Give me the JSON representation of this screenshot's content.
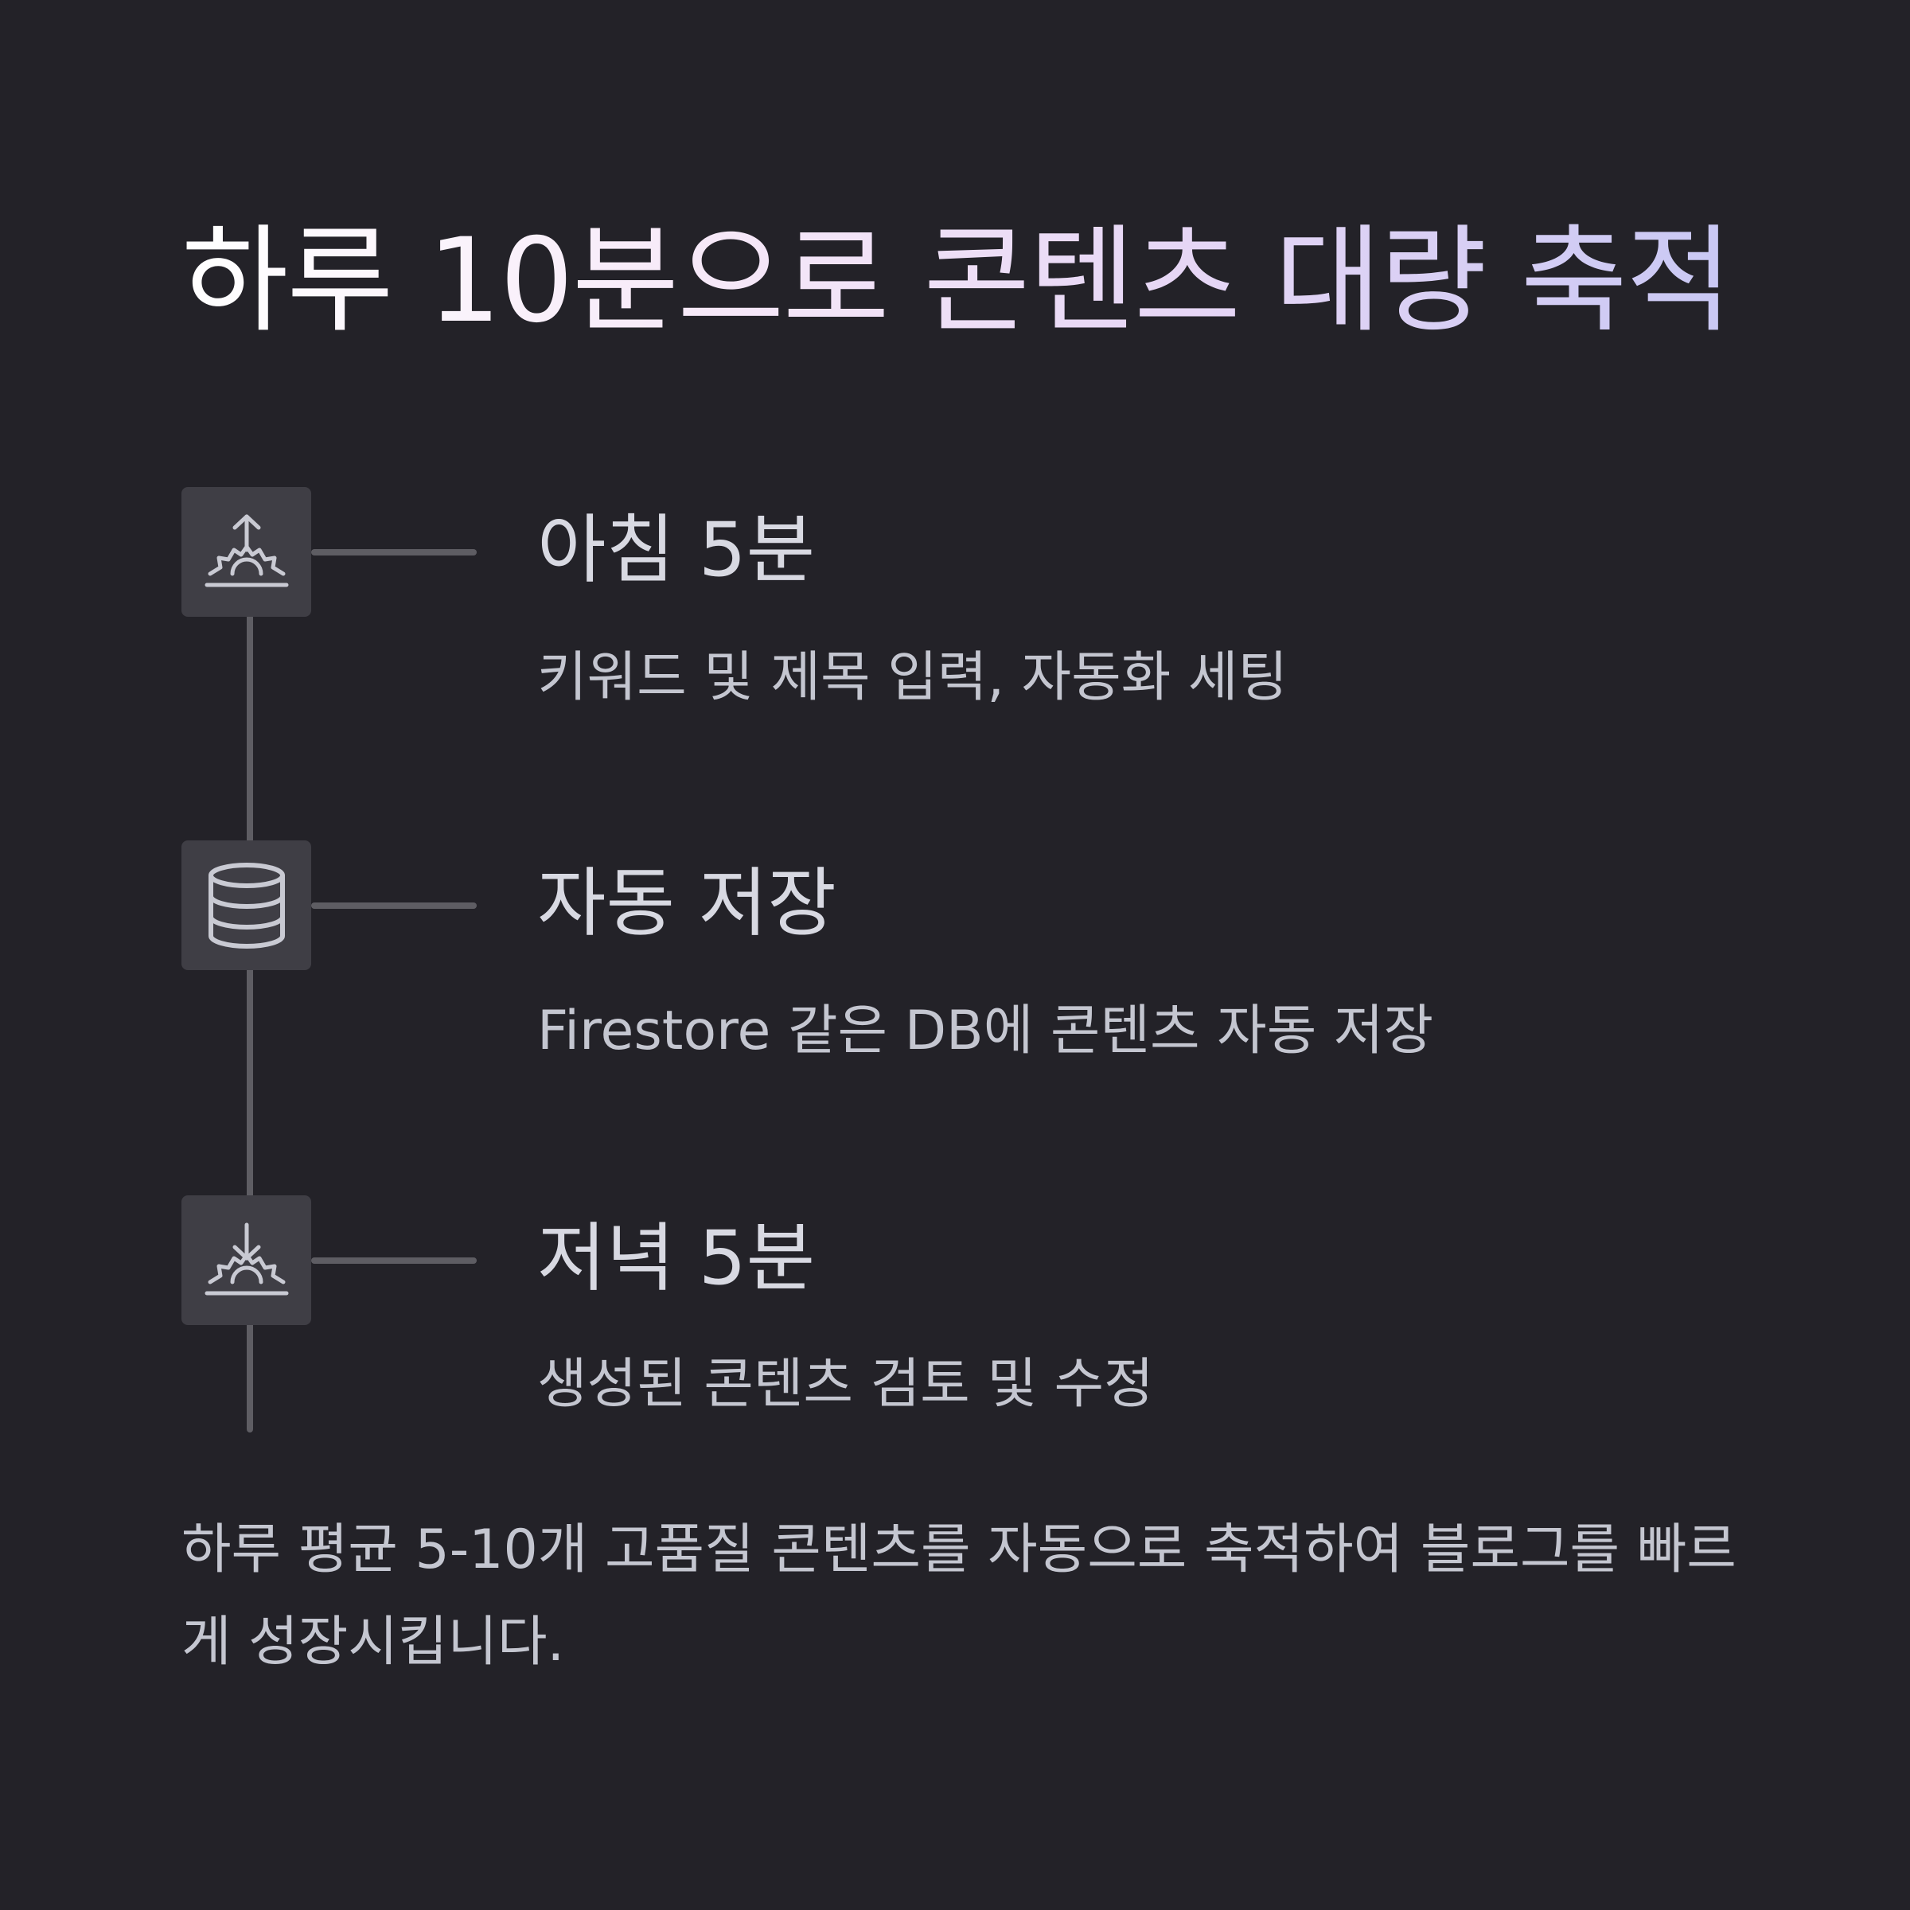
{
  "title": "하루 10분으로 콘텐츠 대량 축적",
  "steps": [
    {
      "icon": "sunrise-icon",
      "title": "아침 5분",
      "description": "키워드 및 제목 입력, 자동화 세팅"
    },
    {
      "icon": "database-icon",
      "title": "자동 저장",
      "description": "Firestore 같은 DB에 콘텐츠 자동 저장"
    },
    {
      "icon": "sunset-icon",
      "title": "저녁 5분",
      "description": "생성된 콘텐츠 검토 및 수정"
    }
  ],
  "summary": "하루 평균 5-10개 고품질 콘텐츠를 자동으로 축적하여 블로그를 빠르게 성장시킵니다.",
  "colors": {
    "background": "#232228",
    "icon_box": "#3f3e45",
    "connector": "#5e5d63",
    "text": "#c4c6d0",
    "title_gradient": [
      "#ffffff",
      "#c9c8f4"
    ]
  }
}
